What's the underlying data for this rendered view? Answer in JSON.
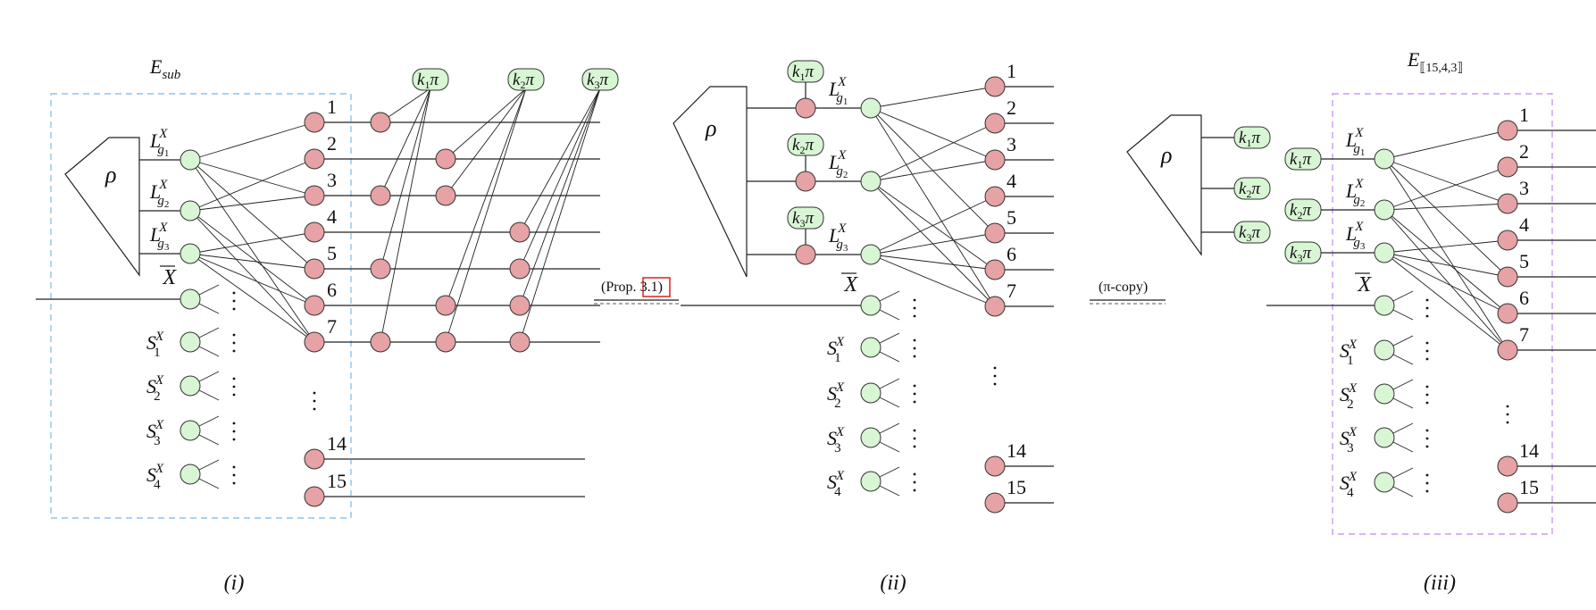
{
  "panels": {
    "i": {
      "caption": "(i)",
      "box_label_main": "E",
      "box_label_sub": "sub",
      "box_color": "#8cc4f0",
      "rho_label": "ρ",
      "logical_labels": [
        "g1",
        "g2",
        "g3"
      ],
      "xbar_label": "X",
      "stabilizer_labels": [
        "1",
        "2",
        "3",
        "4"
      ],
      "qubit_labels": [
        "1",
        "2",
        "3",
        "4",
        "5",
        "6",
        "7",
        "14",
        "15"
      ],
      "phase_labels": [
        {
          "k": "1",
          "pi": "π"
        },
        {
          "k": "2",
          "pi": "π"
        },
        {
          "k": "3",
          "pi": "π"
        }
      ]
    },
    "ii": {
      "caption": "(ii)",
      "rho_label": "ρ",
      "logical_labels": [
        "g1",
        "g2",
        "g3"
      ],
      "xbar_label": "X",
      "stabilizer_labels": [
        "1",
        "2",
        "3",
        "4"
      ],
      "qubit_labels": [
        "1",
        "2",
        "3",
        "4",
        "5",
        "6",
        "7",
        "14",
        "15"
      ],
      "phase_labels": [
        {
          "k": "1",
          "pi": "π"
        },
        {
          "k": "2",
          "pi": "π"
        },
        {
          "k": "3",
          "pi": "π"
        }
      ]
    },
    "iii": {
      "caption": "(iii)",
      "box_label_main": "E",
      "box_label_sub": "⟦15,4,3⟧",
      "box_color": "#c89cf0",
      "rho_label": "ρ",
      "logical_labels": [
        "g1",
        "g2",
        "g3"
      ],
      "xbar_label": "X",
      "stabilizer_labels": [
        "1",
        "2",
        "3",
        "4"
      ],
      "qubit_labels": [
        "1",
        "2",
        "3",
        "4",
        "5",
        "6",
        "7",
        "14",
        "15"
      ],
      "phase_labels": [
        {
          "k": "1",
          "pi": "π"
        },
        {
          "k": "2",
          "pi": "π"
        },
        {
          "k": "3",
          "pi": "π"
        }
      ]
    }
  },
  "transitions": [
    {
      "prefix": "(Prop. ",
      "ref": "3.1",
      "suffix": ")",
      "ref_color": "#dd1111"
    },
    {
      "prefix": "(π-copy)",
      "ref": "",
      "suffix": ""
    }
  ],
  "connectivity": {
    "g1": [
      1,
      3,
      5,
      7
    ],
    "g2": [
      2,
      3,
      6,
      7
    ],
    "g3": [
      4,
      5,
      6,
      7
    ]
  },
  "colors": {
    "green_node": "#d8f5d4",
    "red_node": "#e6a2a4"
  }
}
